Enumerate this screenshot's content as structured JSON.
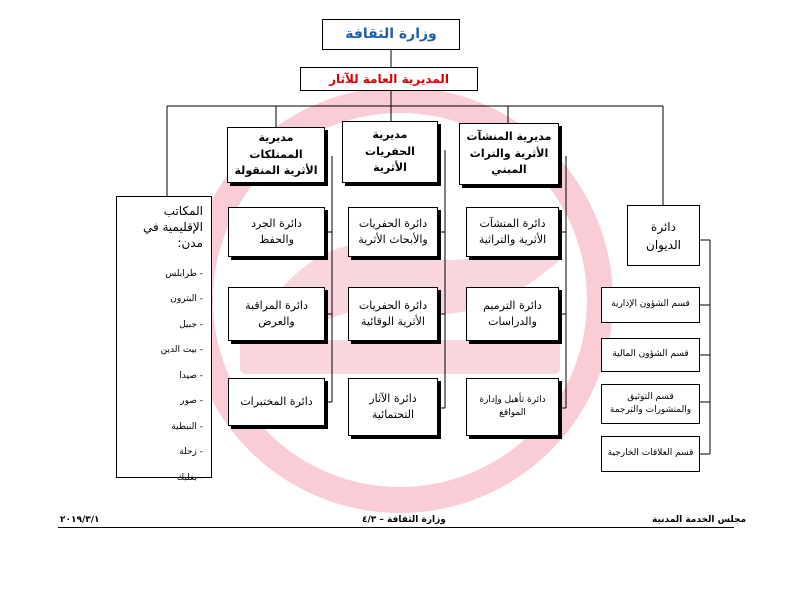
{
  "chart": {
    "ministry": "وزارة الثقافة",
    "general_directorate": "المديرية العامة للآثار",
    "directorates": {
      "movable": "مديرية الممتلكات الأثرية المنقولة",
      "excavations": "مديرية الحفريات الأثرية",
      "buildings": "مديرية المنشآت الأثرية والتراث المبني"
    },
    "departments": {
      "inventory": "دائرة الجرد والحفظ",
      "monitoring": "دائرة المراقبة والعرض",
      "labs": "دائرة المختبرات",
      "excav_research": "دائرة الحفريات والأبحاث الأثرية",
      "excav_preventive": "دائرة الحفريات الأثرية الوقائية",
      "underwater": "دائرة الآثار التحتمائية",
      "installations": "دائرة المنشآت الأثرية والتراثية",
      "restoration": "دائرة الترميم والدراسات",
      "sites": "دائرة تأهيل وإدارة المواقع"
    },
    "diwan": {
      "title": "دائرة الديوان",
      "sections": [
        "قسم الشؤون الإدارية",
        "قسم الشؤون المالية",
        "قسم التوثيق والمنشورات والترجمة",
        "قسم العلاقات الخارجية"
      ]
    },
    "regional": {
      "title": "المكاتب الإقليمية في مدن:",
      "cities": [
        "- طرابلس",
        "- البترون",
        "- جبيل",
        "- بيت الدين",
        "- صيدا",
        "- صور",
        "- النبطية",
        "- زحلة",
        "- بعلبك"
      ]
    }
  },
  "footer": {
    "left": "٢٠١٩/٣/١",
    "center": "وزارة الثقافة – ٤/٣",
    "right": "مجلس الخدمة المدنية"
  },
  "colors": {
    "title": "#1f5fa8",
    "general": "#d80000",
    "watermark": "#e8476a"
  }
}
